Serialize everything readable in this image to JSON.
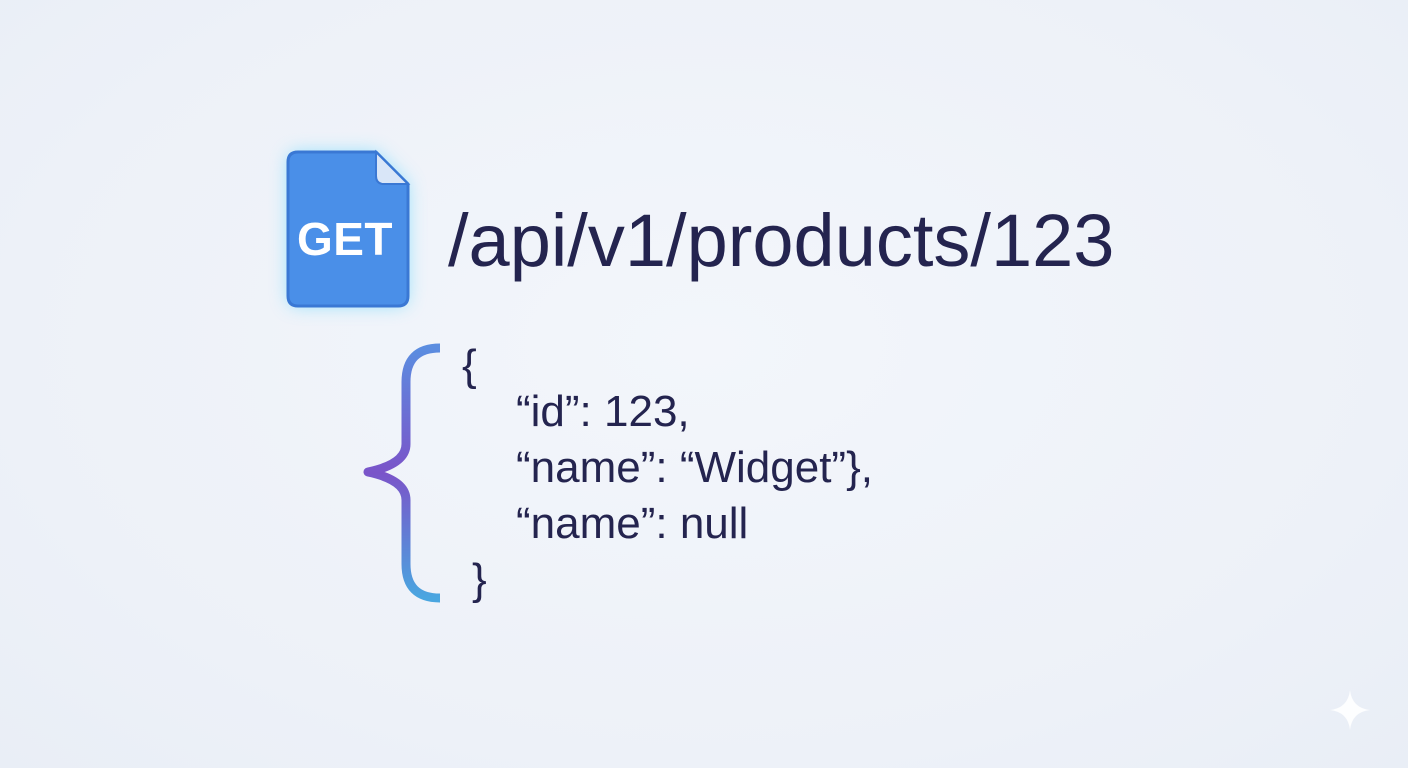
{
  "request": {
    "method": "GET",
    "path": "/api/v1/products/123",
    "icon": "document-icon",
    "accent_color": "#4a8fe8",
    "glow_color": "#4fd2ff"
  },
  "response": {
    "open_brace": "{",
    "lines": [
      "“id”: 123,",
      "“name”: “Widget”},",
      "“name”: null"
    ],
    "close_brace": "}",
    "text_color": "#24244f",
    "brace_gradient": [
      "#5b8de0",
      "#7a54c9",
      "#4aa6e0"
    ]
  },
  "decor": {
    "corner_icon": "sparkle-icon"
  }
}
